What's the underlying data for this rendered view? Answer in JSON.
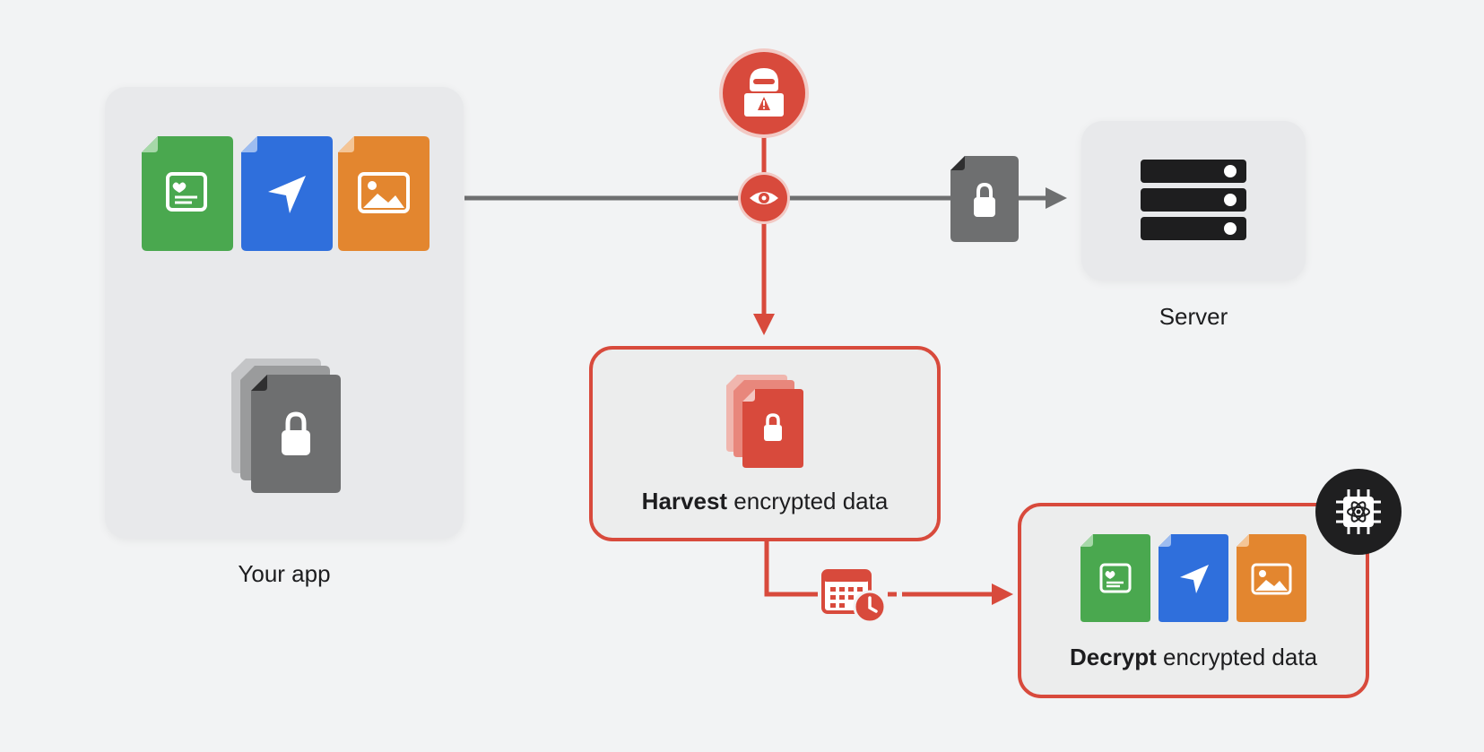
{
  "labels": {
    "your_app": "Your app",
    "server": "Server",
    "harvest_bold": "Harvest",
    "harvest_rest": " encrypted data",
    "decrypt_bold": "Decrypt",
    "decrypt_rest": " encrypted data"
  },
  "colors": {
    "green": "#4aa84f",
    "blue": "#2f6fdc",
    "orange": "#e3862f",
    "red": "#d84a3c",
    "gray_file": "#6e6f70",
    "connector": "#6e6f70",
    "dark": "#222222"
  },
  "icons": {
    "attacker": "hacker-icon",
    "eavesdrop": "eye-icon",
    "server": "server-rack-icon",
    "delay": "calendar-clock-icon",
    "quantum": "quantum-chip-icon"
  }
}
